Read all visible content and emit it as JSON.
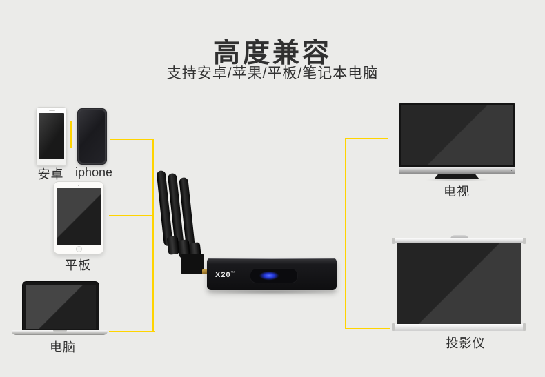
{
  "canvas": {
    "background": "#ebebe9",
    "connector_color": "#ffd400"
  },
  "header": {
    "title": "高度兼容",
    "subtitle": "支持安卓/苹果/平板/笔记本电脑"
  },
  "receiver": {
    "model": "X20",
    "trademark": "™",
    "led_color": "#5a74ff"
  },
  "devices": {
    "android": {
      "label": "安卓"
    },
    "iphone": {
      "label": "iphone"
    },
    "tablet": {
      "label": "平板"
    },
    "laptop": {
      "label": "电脑"
    },
    "tv": {
      "label": "电视"
    },
    "projector": {
      "label": "投影仪"
    }
  }
}
